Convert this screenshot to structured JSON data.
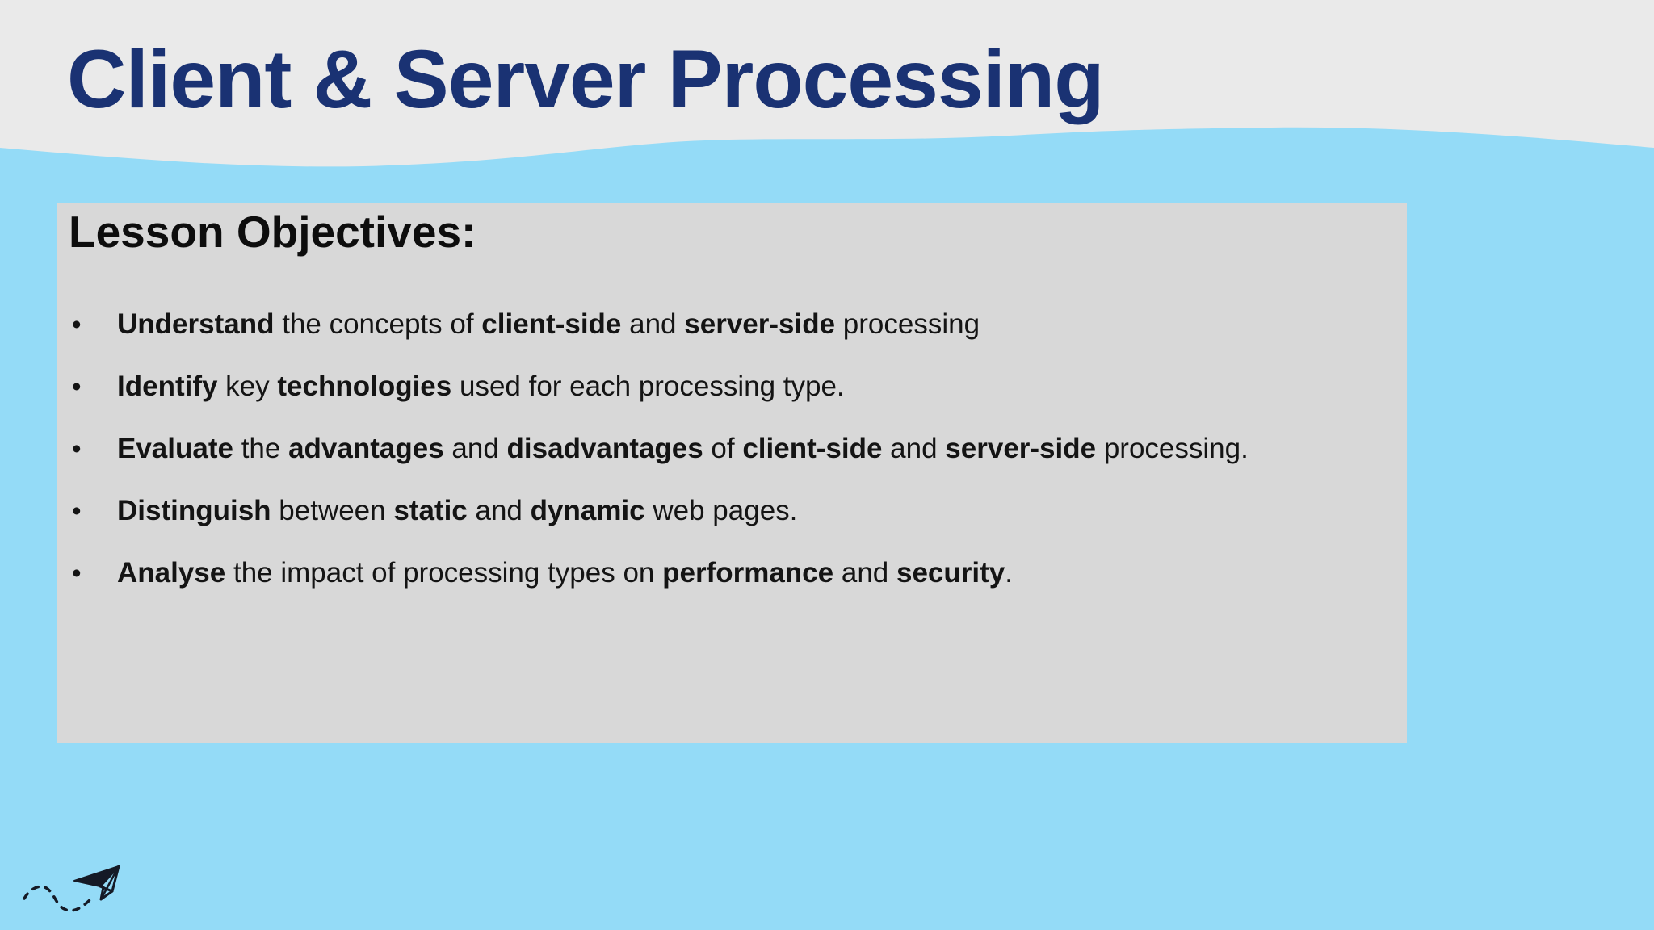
{
  "title": "Client & Server Processing",
  "objectives": {
    "heading": "Lesson Objectives:",
    "bullet_char": "•",
    "items": [
      {
        "segments": [
          {
            "t": "Understand",
            "b": true
          },
          {
            "t": " the concepts of ",
            "b": false
          },
          {
            "t": "client-side",
            "b": true
          },
          {
            "t": " and ",
            "b": false
          },
          {
            "t": "server-side",
            "b": true
          },
          {
            "t": " processing",
            "b": false
          }
        ]
      },
      {
        "segments": [
          {
            "t": "Identify",
            "b": true
          },
          {
            "t": " key ",
            "b": false
          },
          {
            "t": "technologies",
            "b": true
          },
          {
            "t": " used for each processing type.",
            "b": false
          }
        ]
      },
      {
        "segments": [
          {
            "t": "Evaluate",
            "b": true
          },
          {
            "t": " the ",
            "b": false
          },
          {
            "t": "advantages",
            "b": true
          },
          {
            "t": " and ",
            "b": false
          },
          {
            "t": "disadvantages",
            "b": true
          },
          {
            "t": " of ",
            "b": false
          },
          {
            "t": "client-side",
            "b": true
          },
          {
            "t": " and ",
            "b": false
          },
          {
            "t": "server-side",
            "b": true
          },
          {
            "t": " processing.",
            "b": false
          }
        ]
      },
      {
        "segments": [
          {
            "t": "Distinguish",
            "b": true
          },
          {
            "t": " between ",
            "b": false
          },
          {
            "t": "static",
            "b": true
          },
          {
            "t": " and ",
            "b": false
          },
          {
            "t": "dynamic",
            "b": true
          },
          {
            "t": " web pages.",
            "b": false
          }
        ]
      },
      {
        "segments": [
          {
            "t": "Analyse",
            "b": true
          },
          {
            "t": " the impact of processing types on ",
            "b": false
          },
          {
            "t": "performance",
            "b": true
          },
          {
            "t": " and ",
            "b": false
          },
          {
            "t": "security",
            "b": true
          },
          {
            "t": ".",
            "b": false
          }
        ]
      }
    ]
  },
  "icons": {
    "paper_plane": "paper-plane-doodle"
  },
  "colors": {
    "background": "#94dbf7",
    "header_band": "#eaeaea",
    "panel": "#d8d8d8",
    "title_text": "#1a3273",
    "body_text": "#141414",
    "doodle_ink": "#151a26"
  }
}
